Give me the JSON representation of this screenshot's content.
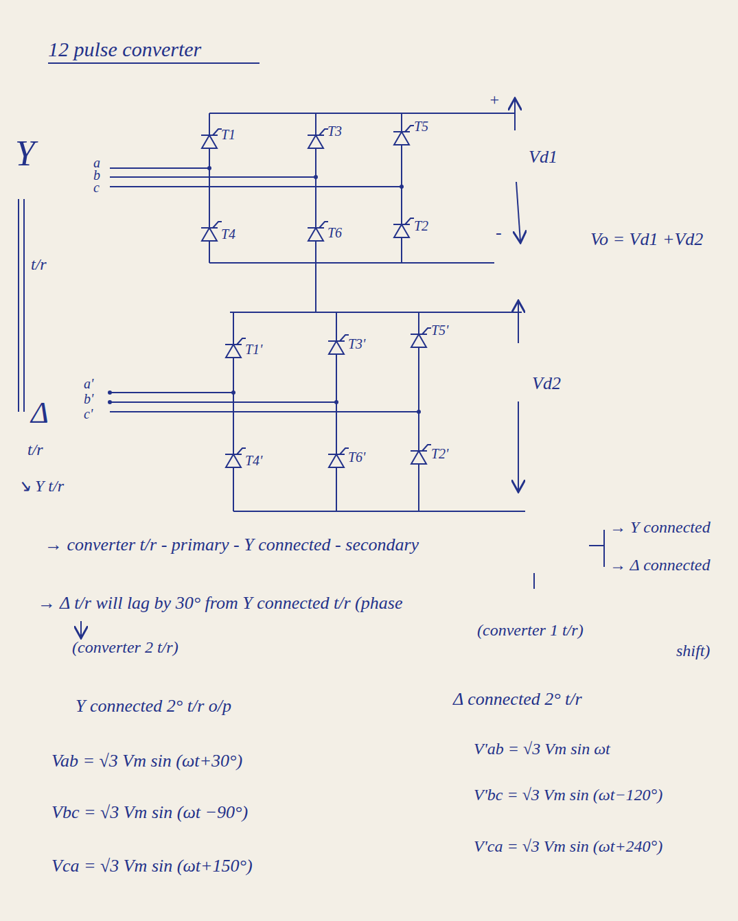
{
  "diagram": {
    "title": "12 pulse converter",
    "labels": [
      "Y",
      "a",
      "b",
      "c",
      "t/r",
      "T1",
      "T3",
      "T5",
      "T4",
      "T6",
      "T2",
      "+",
      "Vd1",
      "-",
      "Vo = Vd1 +Vd2",
      "T1'",
      "T3'",
      "T5'",
      "Vd2",
      "a'",
      "b'",
      "c'",
      "Δ",
      "t/r",
      "T4'",
      "T6'",
      "T2'",
      "↘ Y t/r",
      "→ converter t/r - primary - Y connected - secondary",
      "→ Y connected",
      "→ Δ connected",
      "→ Δ t/r will lag by 30° from Y connected t/r (phase",
      "(converter 2 t/r)",
      "(converter 1 t/r)",
      "shift)",
      "Y connected 2° t/r o/p",
      "Δ connected 2° t/r",
      "Vab = √3 Vm sin (ωt+30°)",
      "Vbc = √3 Vm sin (ωt −90°)",
      "Vca = √3 Vm sin (ωt+150°)",
      "V'ab = √3 Vm sin ωt",
      "V'bc = √3 Vm sin (ωt−120°)",
      "V'ca = √3 Vm sin (ωt+240°)"
    ]
  }
}
